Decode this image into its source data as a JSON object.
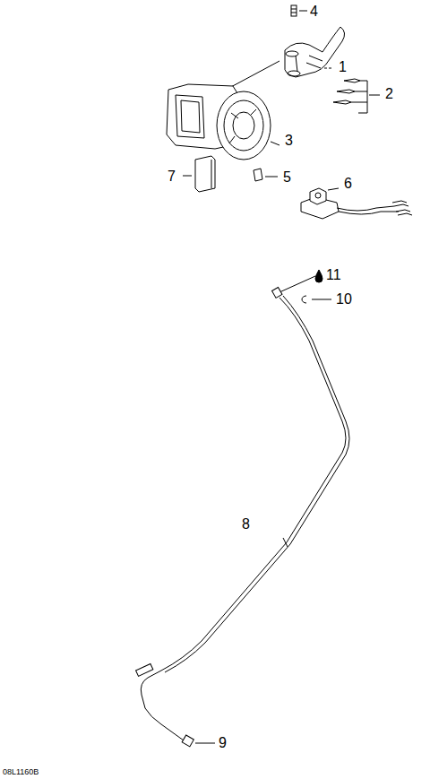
{
  "diagram": {
    "labels": [
      "4",
      "1",
      "2",
      "3",
      "7",
      "5",
      "6",
      "11",
      "10",
      "8",
      "9",
      "08L1160B"
    ]
  }
}
